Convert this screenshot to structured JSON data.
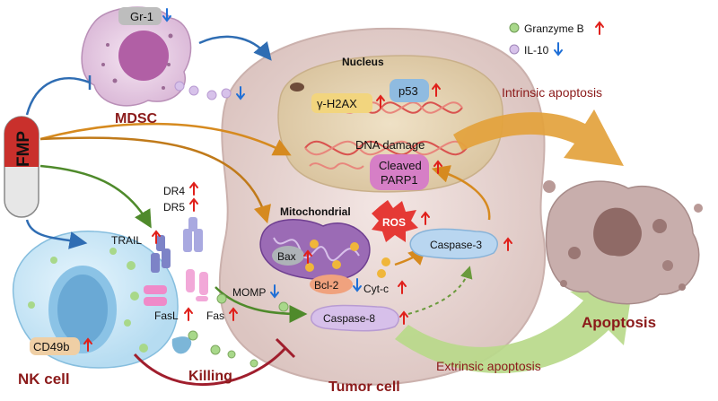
{
  "labels": {
    "fmp": "FMP",
    "mdsc": "MDSC",
    "gr1": "Gr-1",
    "nk_cell": "NK cell",
    "cd49b": "CD49b",
    "tumor_cell": "Tumor cell",
    "nucleus": "Nucleus",
    "h2ax": "γ-H2AX",
    "p53": "p53",
    "dna_damage": "DNA damage",
    "cleaved_parp1_line1": "Cleaved",
    "cleaved_parp1_line2": "PARP1",
    "mitochondrial": "Mitochondrial",
    "ros": "ROS",
    "bax": "Bax",
    "bcl2": "Bcl-2",
    "momp": "MOMP",
    "cytc": "Cyt-c",
    "caspase3": "Caspase-3",
    "caspase8": "Caspase-8",
    "dr4": "DR4",
    "dr5": "DR5",
    "trail": "TRAIL",
    "fasl": "FasL",
    "fas": "Fas",
    "killing": "Killing",
    "intrinsic": "Intrinsic apoptosis",
    "extrinsic": "Extrinsic apoptosis",
    "apoptosis": "Apoptosis"
  },
  "legend": [
    {
      "label": "Granzyme B",
      "direction": "up"
    },
    {
      "label": "IL-10",
      "direction": "down"
    }
  ],
  "colors": {
    "up_arrow": "#e0201b",
    "down_arrow": "#1f6fd6",
    "granzyme": "#a8d88a",
    "il10": "#d7c2ea",
    "label_dark_red": "#8b1a1a",
    "intrinsic_arrow": "#e3a23c",
    "extrinsic_arrow": "#b9d98a"
  }
}
